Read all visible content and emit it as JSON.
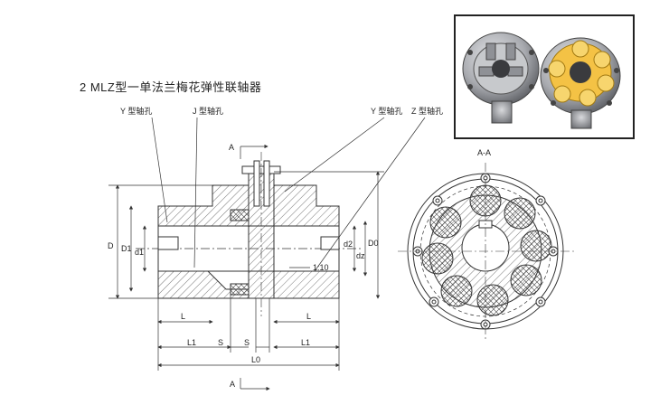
{
  "title": "2  MLZ型一单法兰梅花弹性联轴器",
  "section_label": "A-A",
  "section_marks": {
    "top": "A",
    "bottom": "A"
  },
  "callouts": {
    "y_hole_left": "Y 型轴孔",
    "j_hole": "J 型轴孔",
    "y_hole_right": "Y 型轴孔",
    "z_hole": "Z 型轴孔"
  },
  "dims": {
    "D": "D",
    "D1": "D1",
    "d1": "d1",
    "d2": "d2",
    "dz": "dz",
    "D0": "D0",
    "taper": "1:10",
    "L_left": "L",
    "L_right": "L",
    "L1_left": "L1",
    "L1_right": "L1",
    "S_left": "S",
    "S_right": "S",
    "L0": "L0"
  },
  "colors": {
    "line": "#333333",
    "hatch": "#555555",
    "photo_bg": "#eeeeee",
    "spider": "#f4c245",
    "metal": "#a9abb0"
  },
  "photo_icon": "coupling-product-photo"
}
